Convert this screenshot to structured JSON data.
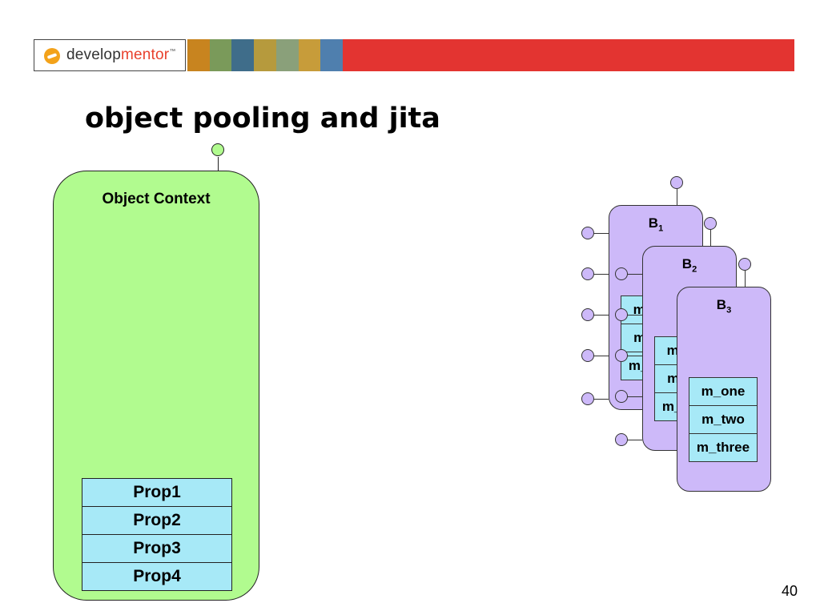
{
  "logo": {
    "prefix": "develop",
    "accent": "mentor",
    "tm": "™"
  },
  "banner": {
    "accent_color": "#e33431",
    "tile_colors": [
      "#c8841f",
      "#7a9a5a",
      "#3f6d8a",
      "#b69a3d",
      "#8aa07a",
      "#c79c3a",
      "#4f7fae"
    ]
  },
  "page": {
    "title": "object pooling and jita",
    "number": "40"
  },
  "context": {
    "title": "Object Context",
    "fill_color": "#b1fb8f",
    "props": [
      "Prop1",
      "Prop2",
      "Prop3",
      "Prop4"
    ]
  },
  "components": [
    {
      "base": "B",
      "index": "1",
      "fill_color": "#cdb9f9",
      "methods": [
        "m_one",
        "m_two",
        "m_three"
      ]
    },
    {
      "base": "B",
      "index": "2",
      "fill_color": "#cdb9f9",
      "methods": [
        "m_one",
        "m_two",
        "m_three"
      ]
    },
    {
      "base": "B",
      "index": "3",
      "fill_color": "#cdb9f9",
      "methods": [
        "m_one",
        "m_two",
        "m_three"
      ]
    }
  ]
}
